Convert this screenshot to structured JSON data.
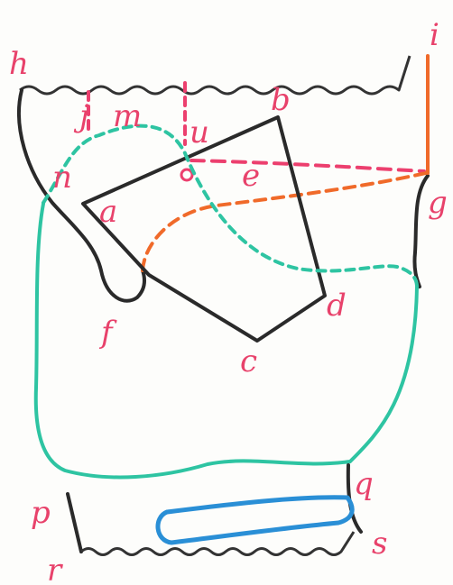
{
  "diagram": {
    "colors": {
      "outline_black": "#2a2a2a",
      "wavy_gray": "#333333",
      "green": "#2ec4a2",
      "orange": "#f06a2a",
      "pink": "#ec3f6e",
      "blue": "#2a8fd6",
      "label_pink": "#e8426b"
    },
    "labels": {
      "h": "h",
      "i": "i",
      "j": "j",
      "m": "m",
      "u": "u",
      "b": "b",
      "o": "o",
      "e": "e",
      "g": "g",
      "n": "n",
      "a": "a",
      "d": "d",
      "f": "f",
      "c": "c",
      "p": "p",
      "q": "q",
      "r": "r",
      "s": "s"
    }
  }
}
